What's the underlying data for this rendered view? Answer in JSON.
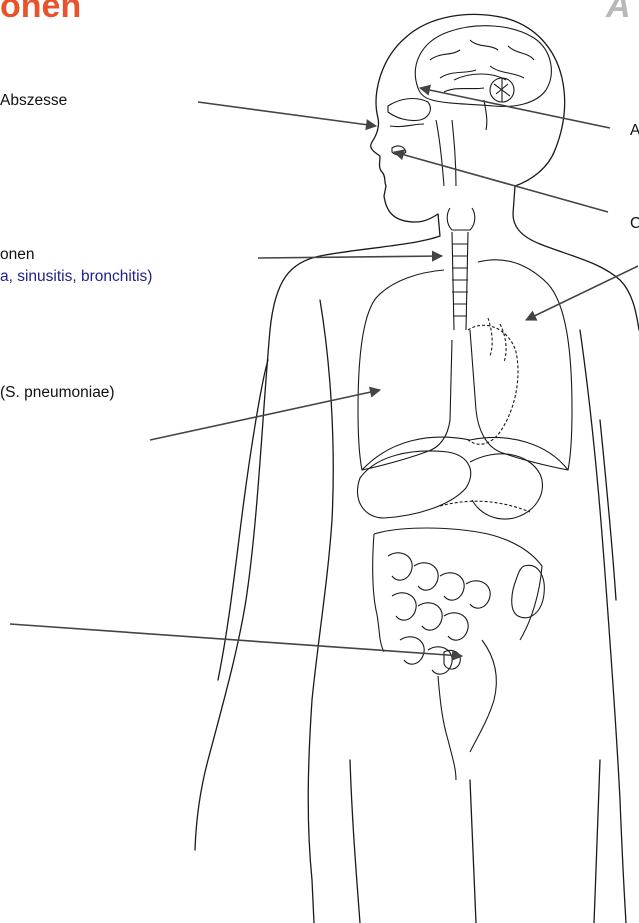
{
  "slide": {
    "title_fragment": "onen",
    "title_right_fragment": "A",
    "labels": {
      "abscess": "Abszesse",
      "infection_fragment": "onen",
      "infection_examples": "a, sinusitis, bronchitis)",
      "pneumonia": "(S. pneumoniae)",
      "right_top": "A",
      "right_middle": "C"
    }
  },
  "colors": {
    "title": "#e8532b",
    "title_right": "#b8b8b8",
    "label_text": "#111111",
    "label_blue": "#1f1f8c",
    "arrow": "#444444",
    "outline": "#1a1a1a"
  }
}
